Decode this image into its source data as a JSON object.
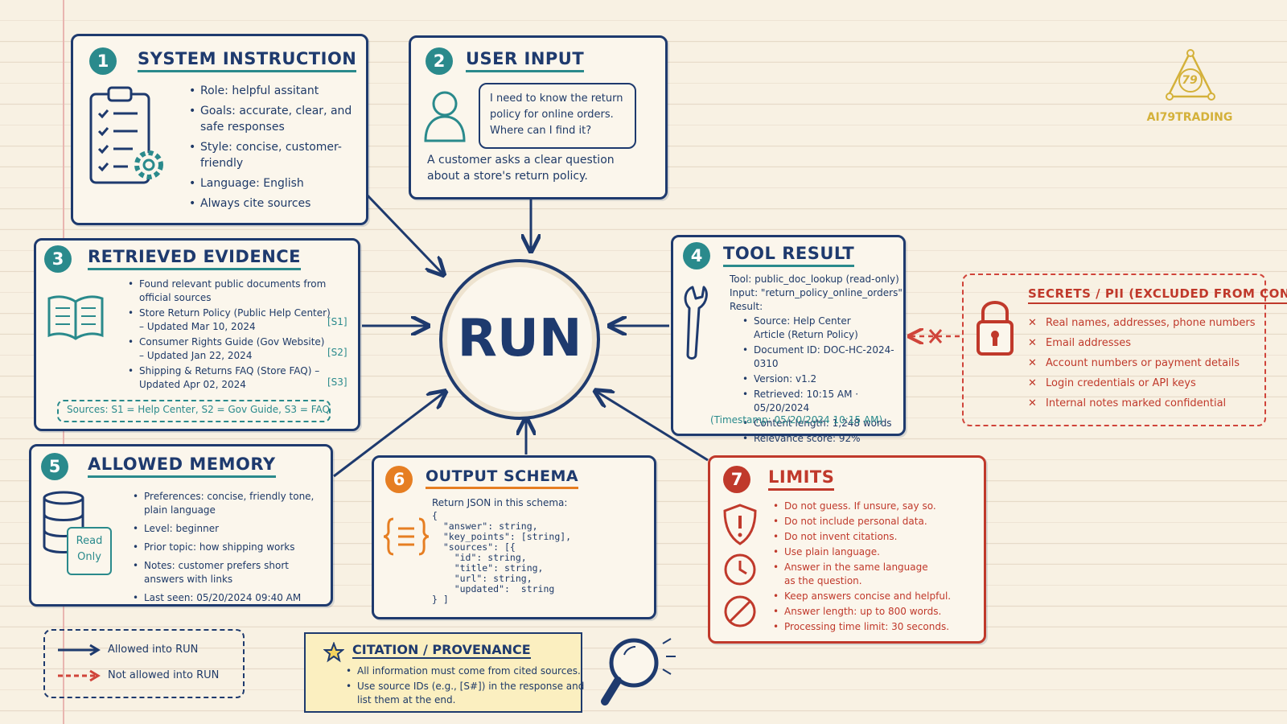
{
  "center": {
    "label": "RUN"
  },
  "system_instruction": {
    "number": "1",
    "title": "SYSTEM INSTRUCTION",
    "items": [
      "Role: helpful assitant",
      "Goals: accurate, clear, and safe responses",
      "Style: concise, customer-friendly",
      "Language: English",
      "Always cite sources"
    ]
  },
  "user_input": {
    "number": "2",
    "title": "USER INPUT",
    "bubble": "I need to know the return policy for online orders. Where can I find it?",
    "caption": "A customer asks a clear question about a store's return policy."
  },
  "retrieved_evidence": {
    "number": "3",
    "title": "RETRIEVED EVIDENCE",
    "items": [
      {
        "text": "Found relevant public documents from official sources",
        "tag": ""
      },
      {
        "text": "Store Return Policy (Public Help Center) – Updated Mar 10, 2024",
        "tag": "[S1]"
      },
      {
        "text": "Consumer Rights Guide (Gov Website) – Updated Jan 22, 2024",
        "tag": "[S2]"
      },
      {
        "text": "Shipping & Returns FAQ (Store FAQ) – Updated Apr 02, 2024",
        "tag": "[S3]"
      }
    ],
    "sources_note": "Sources: S1 = Help Center, S2 = Gov Guide, S3 = FAQ"
  },
  "tool_result": {
    "number": "4",
    "title": "TOOL RESULT",
    "tool": "Tool: public_doc_lookup (read-only)",
    "input": "Input: \"return_policy_online_orders\"",
    "result_label": "Result:",
    "items": [
      "Source: Help Center Article (Return Policy)",
      "Document ID: DOC-HC-2024-0310",
      "Version: v1.2",
      "Retrieved: 10:15 AM · 05/20/2024",
      "Content length: 1,248 words",
      "Relevance score: 92%"
    ],
    "timestamp": "(Timestamp: 05/20/2024 10:15 AM)"
  },
  "allowed_memory": {
    "number": "5",
    "title": "ALLOWED MEMORY",
    "read_only": "Read Only",
    "items": [
      "Preferences: concise, friendly tone, plain language",
      "Level: beginner",
      "Prior topic: how shipping works",
      "Notes: customer prefers short answers with links",
      "Last seen: 05/20/2024 09:40 AM"
    ]
  },
  "output_schema": {
    "number": "6",
    "title": "OUTPUT SCHEMA",
    "intro": "Return JSON in this schema:",
    "code": "{\n  \"answer\": string,\n  \"key_points\": [string],\n  \"sources\": [{\n    \"id\": string,\n    \"title\": string,\n    \"url\": string,\n    \"updated\":  string\n} ]"
  },
  "limits": {
    "number": "7",
    "title": "LIMITS",
    "items": [
      "Do not guess. If unsure, say so.",
      "Do not include personal data.",
      "Do not invent citations.",
      "Use plain language.",
      "Answer in the same language as the question.",
      "Keep answers concise and helpful.",
      "Answer length: up to 800 words.",
      "Processing time limit: 30 seconds."
    ]
  },
  "secrets": {
    "title": "SECRETS / PII (EXCLUDED FROM  CONTEXT)",
    "items": [
      "Real names, addresses, phone numbers",
      "Email addresses",
      "Account numbers or payment details",
      "Login credentials or API keys",
      "Internal notes marked confidential"
    ]
  },
  "legend": {
    "allowed": "Allowed into RUN",
    "not_allowed": "Not allowed into RUN"
  },
  "citation": {
    "title": "CITATION / PROVENANCE",
    "items": [
      "All information must come from cited sources.",
      "Use source IDs (e.g., [S#]) in the response and list them at the end."
    ]
  },
  "brand": {
    "logo_number": "79",
    "name": "AI79TRADING"
  },
  "colors": {
    "navy": "#1e3a6e",
    "teal": "#2a8a8c",
    "red": "#c0392b",
    "orange": "#e67e22",
    "gold": "#d4b13a",
    "paper": "#f8f1e3"
  },
  "icons": [
    "clipboard-gear-icon",
    "user-icon",
    "book-icon",
    "wrench-icon",
    "database-icon",
    "braces-icon",
    "shield-alert-icon",
    "clock-icon",
    "prohibited-icon",
    "padlock-icon",
    "star-icon",
    "magnifier-icon"
  ]
}
